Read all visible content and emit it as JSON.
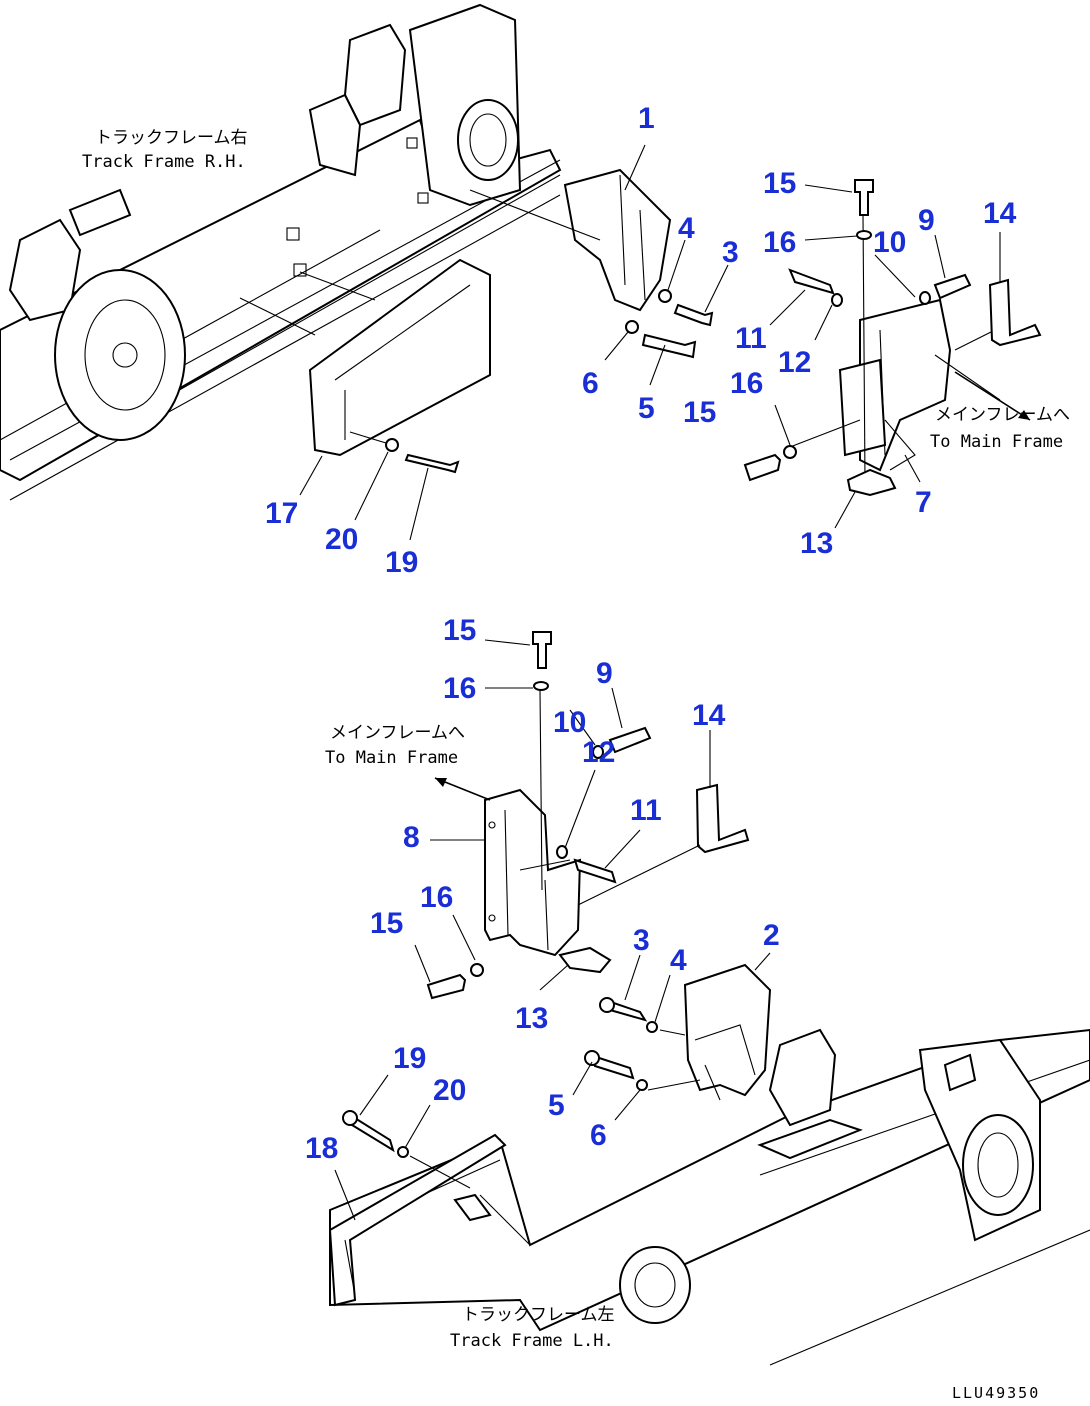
{
  "labels": {
    "track_frame_rh_jp": "トラックフレーム右",
    "track_frame_rh_en": "Track Frame R.H.",
    "main_frame_jp_1": "メインフレームへ",
    "main_frame_en_1": "To Main Frame",
    "main_frame_jp_2": "メインフレームへ",
    "main_frame_en_2": "To Main Frame",
    "track_frame_lh_jp": "トラックフレーム左",
    "track_frame_lh_en": "Track Frame L.H.",
    "drawing_code": "LLU49350"
  },
  "callouts_upper": {
    "c1": "1",
    "c3": "3",
    "c4": "4",
    "c5": "5",
    "c6": "6",
    "c7": "7",
    "c9": "9",
    "c10": "10",
    "c11": "11",
    "c12": "12",
    "c13": "13",
    "c14": "14",
    "c15a": "15",
    "c15b": "15",
    "c16a": "16",
    "c16b": "16",
    "c17": "17",
    "c19": "19",
    "c20": "20"
  },
  "callouts_lower": {
    "c2": "2",
    "c3": "3",
    "c4": "4",
    "c5": "5",
    "c6": "6",
    "c8": "8",
    "c9": "9",
    "c10": "10",
    "c11": "11",
    "c12": "12",
    "c13": "13",
    "c14": "14",
    "c15a": "15",
    "c15b": "15",
    "c16a": "16",
    "c16b": "16",
    "c18": "18",
    "c19": "19",
    "c20": "20"
  }
}
